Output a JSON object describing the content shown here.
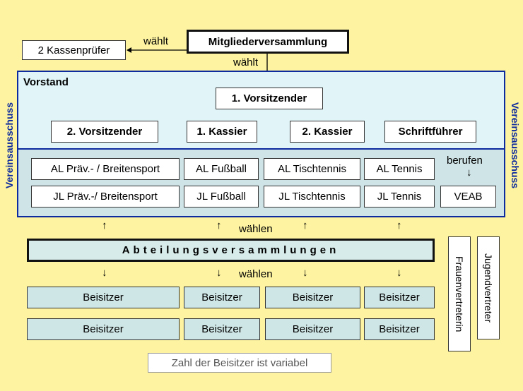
{
  "top": {
    "kassenpruefer": "2 Kassenprüfer",
    "waehlt_left": "wählt",
    "mitgliederversammlung": "Mitgliederversammlung",
    "waehlt_down": "wählt"
  },
  "vorstand": {
    "label": "Vorstand",
    "vorsitzender1": "1. Vorsitzender",
    "vorsitzender2": "2. Vorsitzender",
    "kassier1": "1. Kassier",
    "kassier2": "2. Kassier",
    "schriftfuehrer": "Schriftführer"
  },
  "vereinsausschuss": "Vereinsausschuss",
  "abteilung": {
    "al_row": [
      "AL Präv.- / Breitensport",
      "AL Fußball",
      "AL Tischtennis",
      "AL Tennis"
    ],
    "jl_row": [
      "JL Präv.-/ Breitensport",
      "JL Fußball",
      "JL Tischtennis",
      "JL Tennis"
    ],
    "berufen": "berufen",
    "veab": "VEAB"
  },
  "waehlen_up": "wählen",
  "abteilungsversammlungen": "Abteilungsversammlungen",
  "waehlen_down": "wählen",
  "beisitzer": {
    "row1": [
      "Beisitzer",
      "Beisitzer",
      "Beisitzer",
      "Beisitzer"
    ],
    "row2": [
      "Beisitzer",
      "Beisitzer",
      "Beisitzer",
      "Beisitzer"
    ]
  },
  "frauenvertreterin": "Frauenvertreterin",
  "jugendvertreter": "Jugendvertreter",
  "note": "Zahl der Beisitzer ist variabel",
  "colors": {
    "background": "#fdf3a0",
    "panel_border": "#0d2a9e",
    "vorstand_panel": "#e1f5f8",
    "abteilung_panel": "#cfe4e6",
    "beisitzer_box": "#cfe6e6"
  }
}
